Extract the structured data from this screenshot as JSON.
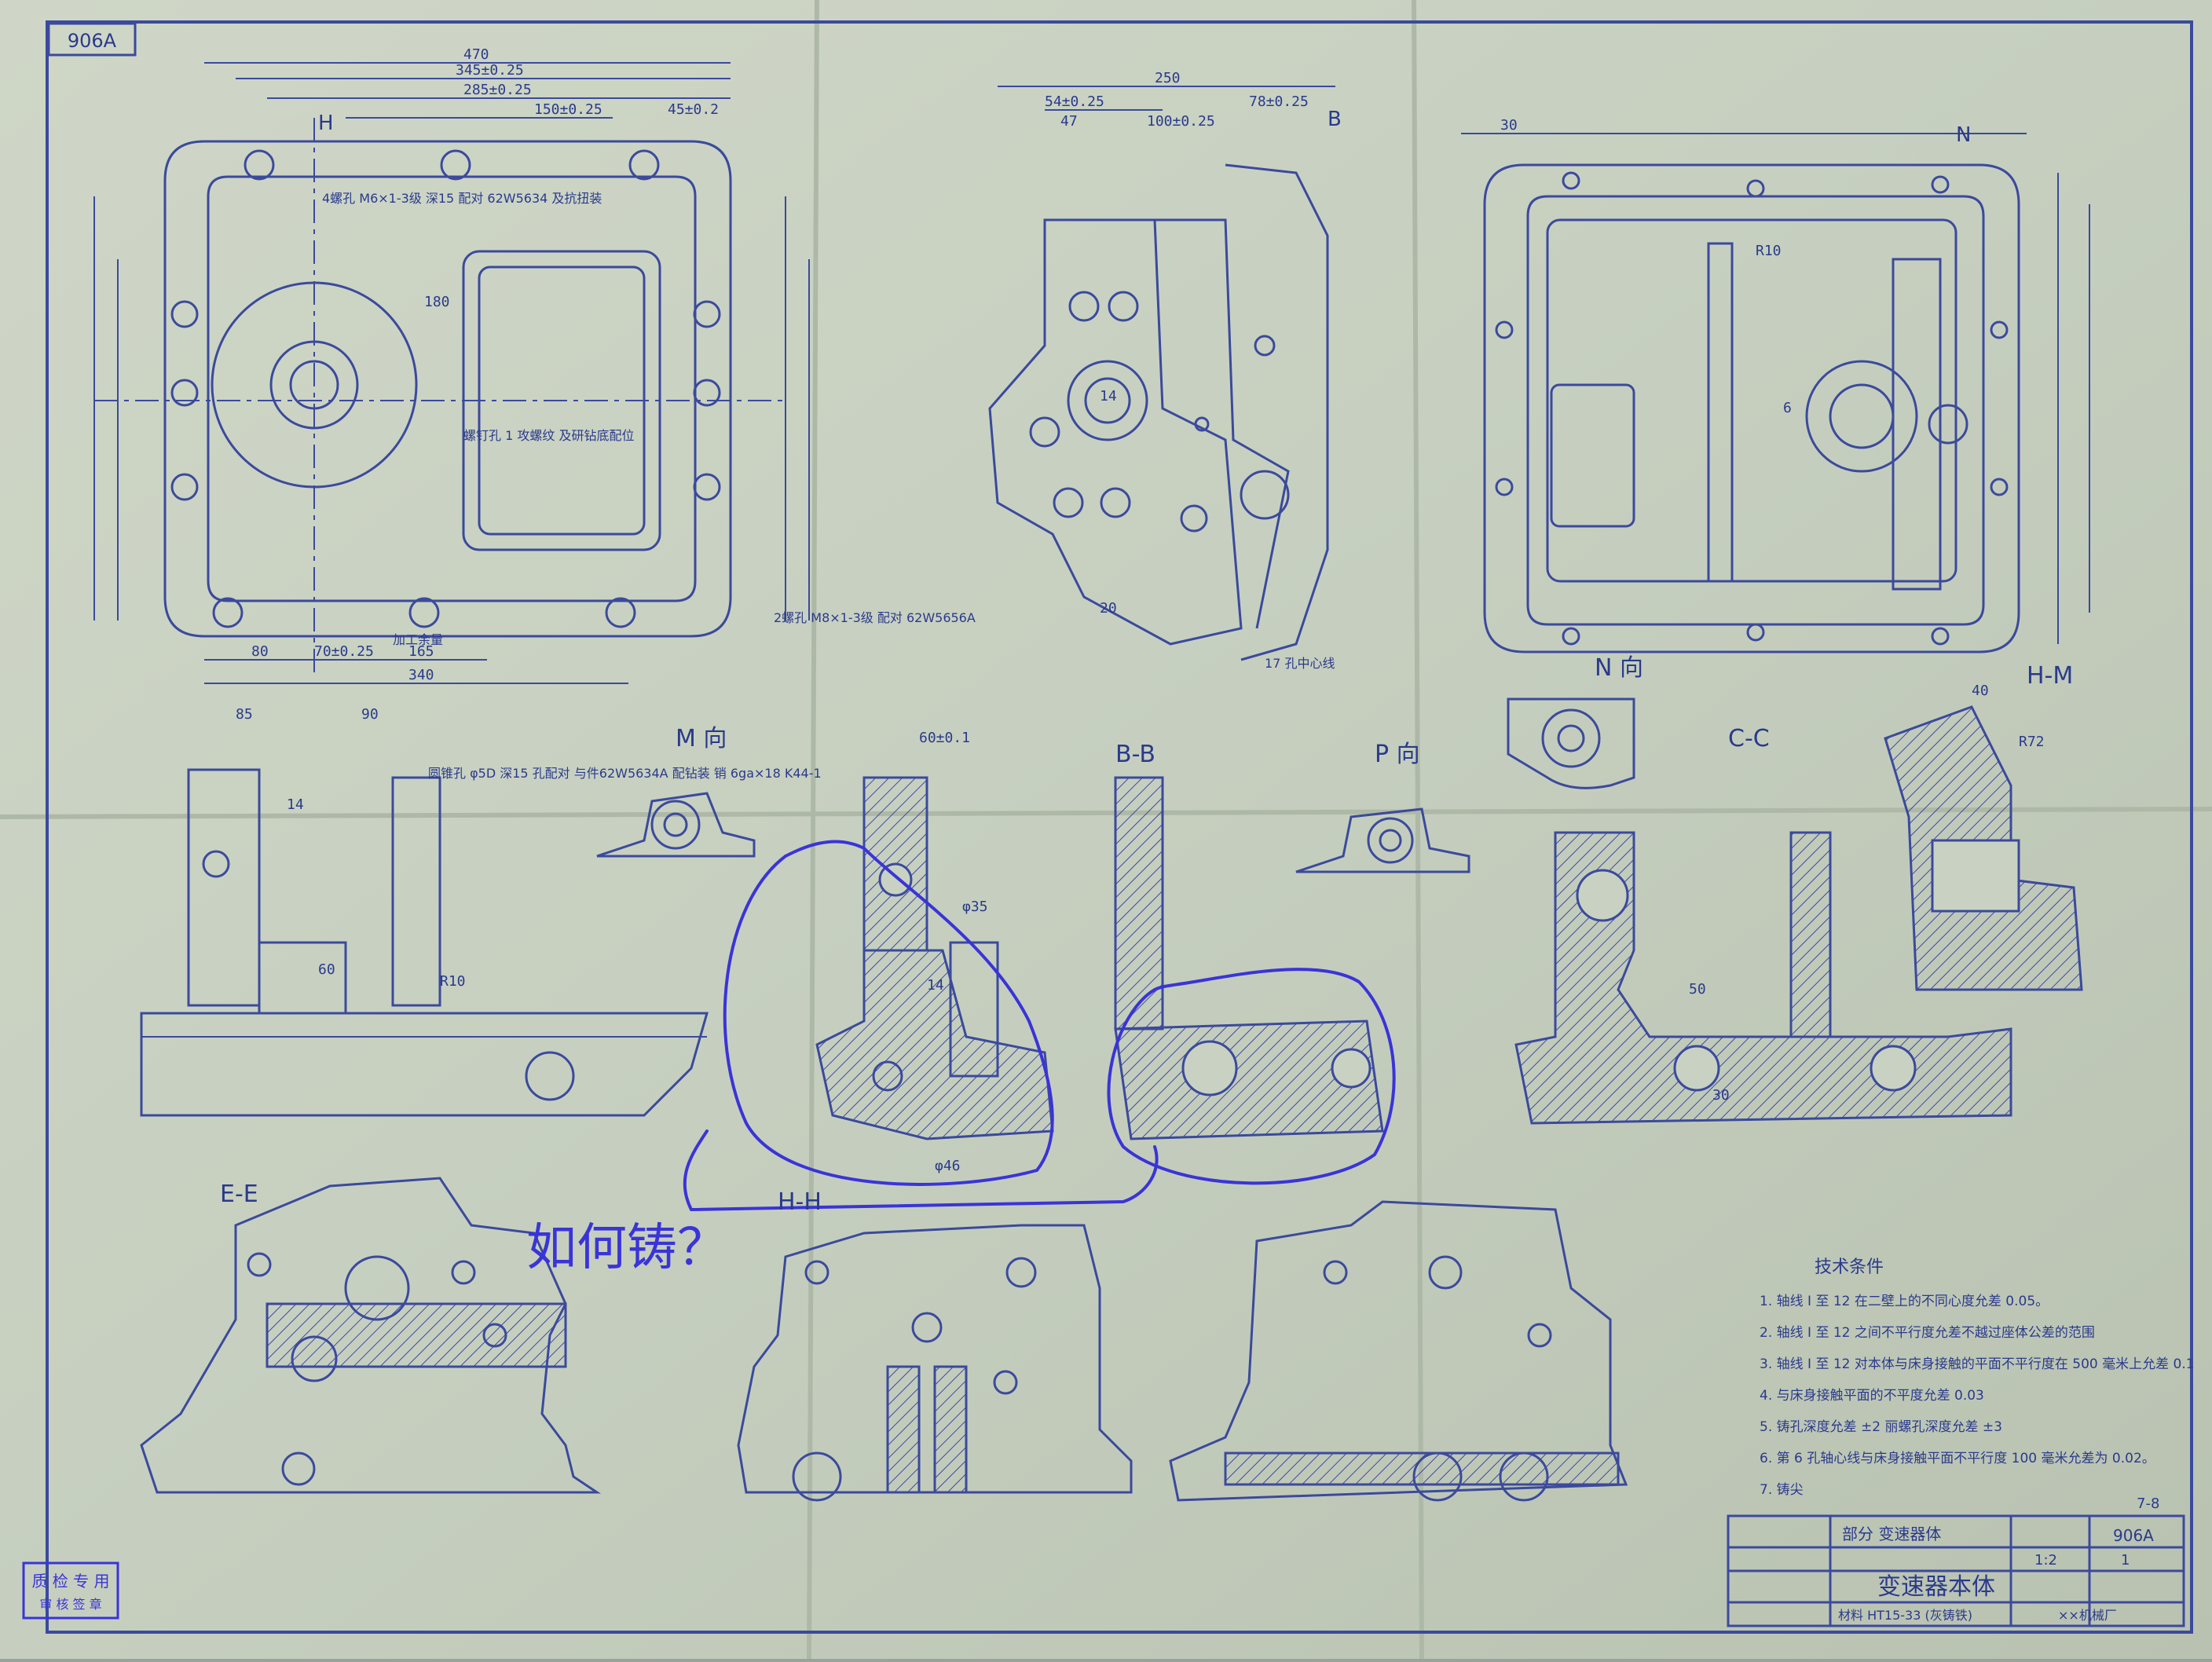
{
  "drawing": {
    "sheet_no": "906A",
    "stamp": "7-8",
    "code": "906A",
    "title_block": {
      "part_label": "部分 变速器体",
      "part_name": "变速器本体",
      "material": "材料 HT15-33 (灰铸铁)",
      "maker": "××机械厂",
      "scale": "1:2",
      "count": "1"
    },
    "views": [
      {
        "id": "view-top",
        "label": "H",
        "dims": [
          "470",
          "345±0.25",
          "285±0.25",
          "150±0.25",
          "45±0.2",
          "180",
          "165",
          "340",
          "80",
          "70±0.25"
        ]
      },
      {
        "id": "view-side",
        "label": "B",
        "dims": [
          "250",
          "54±0.25",
          "100±0.25",
          "78±0.25",
          "47",
          "20",
          "14"
        ]
      },
      {
        "id": "view-bottom",
        "label": "N",
        "dims": [
          "30",
          "6",
          "R10"
        ]
      },
      {
        "id": "section-ee",
        "label": "E-E",
        "dims": [
          "85",
          "90",
          "14",
          "60",
          "R10"
        ]
      },
      {
        "id": "section-m",
        "label": "M 向"
      },
      {
        "id": "section-hh",
        "label": "H-H",
        "dims": [
          "60±0.1",
          "φ35",
          "14",
          "φ46"
        ]
      },
      {
        "id": "section-bb",
        "label": "B-B"
      },
      {
        "id": "section-p",
        "label": "P 向"
      },
      {
        "id": "section-cc",
        "label": "C-C",
        "dims": [
          "50",
          "30"
        ]
      },
      {
        "id": "section-n",
        "label": "N 向"
      },
      {
        "id": "section-hm",
        "label": "H-M",
        "dims": [
          "40",
          "R72"
        ]
      }
    ],
    "notes": {
      "top_hole_note": "4螺孔 M6×1-3级 深15 配对 62W5634 及抗扭装",
      "bottom_hole_note": "2螺孔 M8×1-3级 配对 62W5656A",
      "pin_note": "圆锥孔 φ5D 深15 孔配对 与件62W5634A 配钻装 销 6ga×18 K44-1",
      "vertical_note": "螺钉孔 1 攻螺纹 及研钻底配位",
      "process": "加工余量",
      "center_mark": "17 孔中心线"
    },
    "tech_requirements": {
      "heading": "技术条件",
      "items": [
        "1. 轴线 I 至 12 在二壁上的不同心度允差 0.05。",
        "2. 轴线 I 至 12 之间不平行度允差不越过座体公差的范围",
        "3. 轴线 I 至 12 对本体与床身接触的平面不平行度在 500 毫米上允差 0.1",
        "4. 与床身接触平面的不平度允差 0.03",
        "5. 铸孔深度允差 ±2 丽螺孔深度允差 ±3",
        "6. 第 6 孔轴心线与床身接触平面不平行度 100 毫米允差为 0.02。",
        "7. 铸尖"
      ]
    },
    "annotation": {
      "question": "如何铸？",
      "color": "#3a34d8"
    },
    "corner_stamp": {
      "line1": "质 检 专 用",
      "line2": "审 核 签 章"
    }
  }
}
